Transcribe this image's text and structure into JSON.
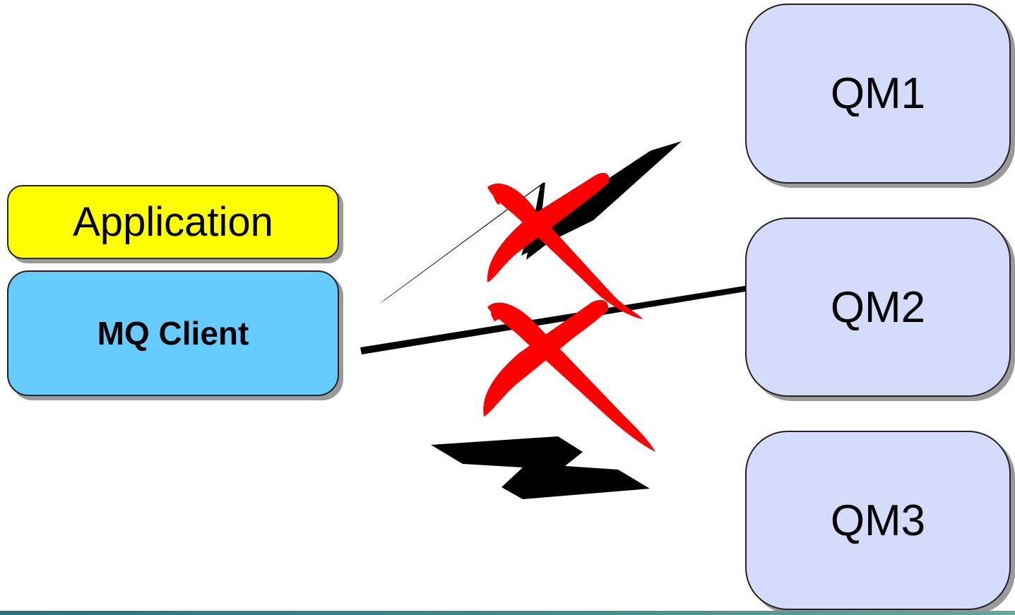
{
  "nodes": {
    "application": "Application",
    "mq_client": "MQ Client",
    "qm1": "QM1",
    "qm2": "QM2",
    "qm3": "QM3"
  },
  "colors": {
    "application_fill": "#ffff00",
    "mq_client_fill": "#66ccff",
    "queue_manager_fill": "#d4dbfb",
    "failure_mark": "#ff0000",
    "connection_line": "#000000"
  },
  "connections": [
    {
      "from": "mq_client",
      "to": "qm1",
      "style": "lightning-bolt",
      "status": "failed"
    },
    {
      "from": "mq_client",
      "to": "qm2",
      "style": "line",
      "status": "failed"
    },
    {
      "from": "mq_client",
      "to": "qm3",
      "style": "lightning-bolt",
      "status": "connected"
    }
  ]
}
